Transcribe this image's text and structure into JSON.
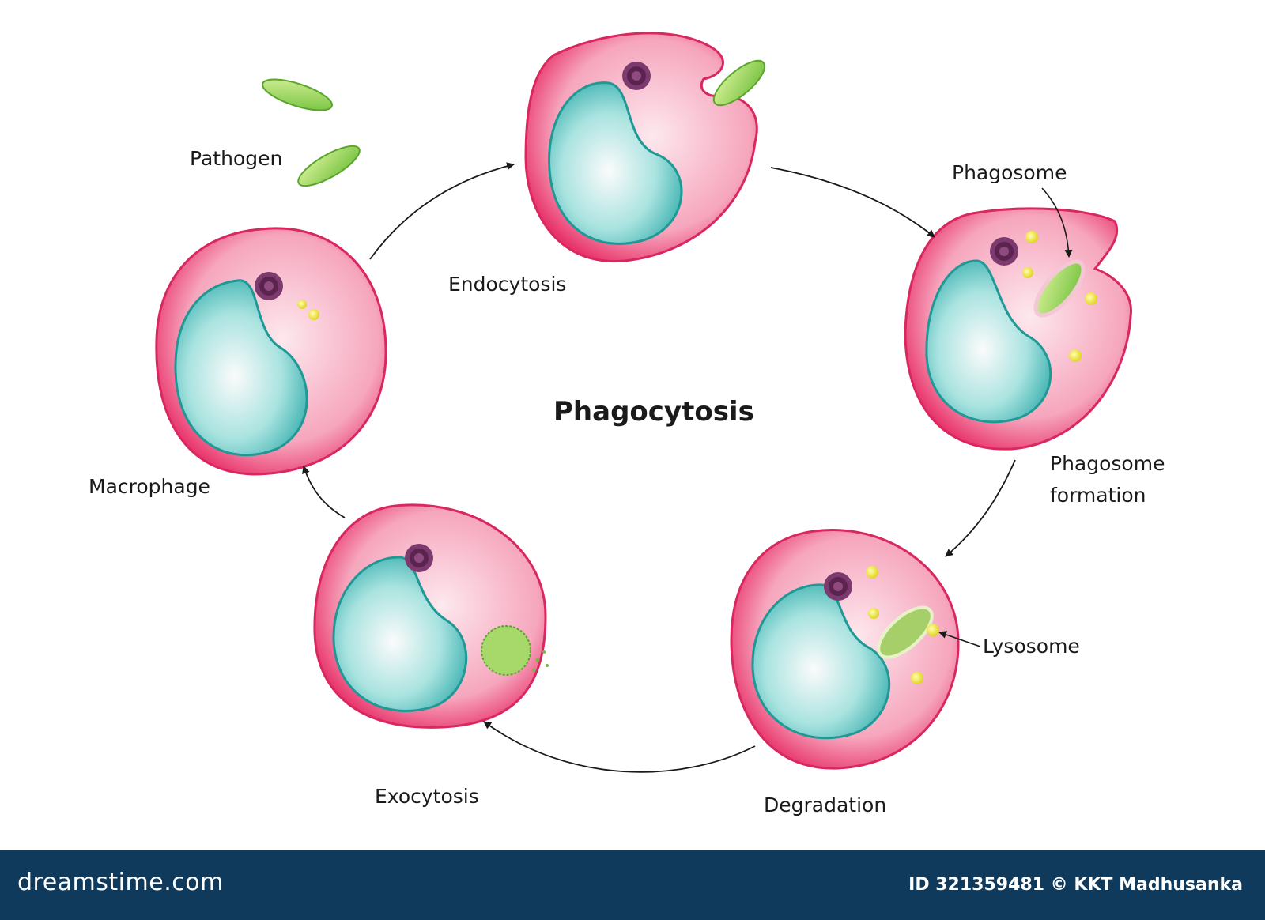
{
  "diagram": {
    "title": "Phagocytosis",
    "labels": {
      "pathogen": "Pathogen",
      "endocytosis": "Endocytosis",
      "phagosome": "Phagosome",
      "phagosome_formation_line1": "Phagosome",
      "phagosome_formation_line2": "formation",
      "lysosome": "Lysosome",
      "degradation": "Degradation",
      "exocytosis": "Exocytosis",
      "macrophage": "Macrophage"
    },
    "colors": {
      "cell_membrane": "#e8336a",
      "cytoplasm": "#f9c6d4",
      "nucleus": "#35b6b4",
      "pathogen": "#8fd14f",
      "lysosome": "#f2e632",
      "golgi": "#6b2f5e"
    }
  },
  "footer": {
    "site": "dreamstime.com",
    "credit": "ID 321359481 © KKT Madhusanka"
  }
}
